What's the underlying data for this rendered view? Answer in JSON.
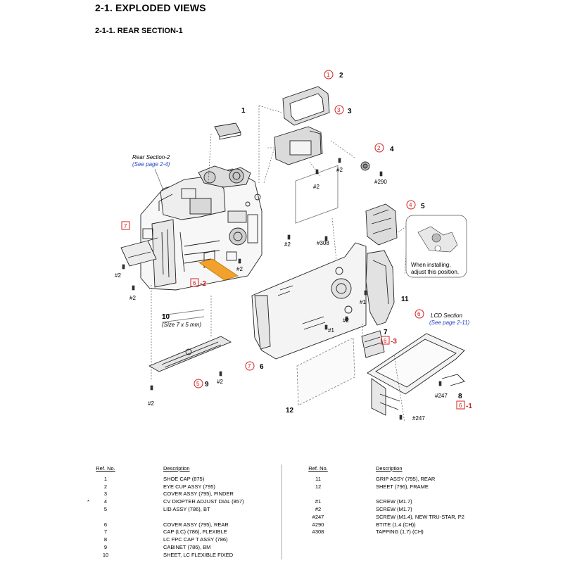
{
  "page": {
    "title": "2-1.  EXPLODED VIEWS",
    "subtitle": "2-1-1. REAR SECTION-1"
  },
  "callouts": {
    "rear_section_2": "Rear Section-2",
    "rear_section_2_page": "(See page 2-4)",
    "lcd_section": "LCD Section",
    "lcd_section_page": "(See page 2-11)",
    "install_note_line1": "When installing,",
    "install_note_line2": "adjust this position.",
    "size_note": "(Size 7 x 5 mm)"
  },
  "part_numbers": {
    "p1": "1",
    "p2": "2",
    "p3": "3",
    "p4": "4",
    "p5": "5",
    "p6": "6",
    "p7": "7",
    "p8": "8",
    "p9": "9",
    "p10": "10",
    "p11": "11",
    "p12": "12",
    "s2": "#2",
    "s1": "#1",
    "s247": "#247",
    "s290": "#290",
    "s308": "#308",
    "sfx2": "-2",
    "sfx3": "-3",
    "sfx1": "-1"
  },
  "circled_refs": {
    "c1": "1",
    "c2": "2",
    "c3": "3",
    "c4": "4",
    "c5": "5",
    "c6": "6",
    "c7": "7"
  },
  "boxed_refs": {
    "b7": "7",
    "b6a": "6",
    "b6b": "6",
    "b6c": "6"
  },
  "table": {
    "headers": {
      "ref": "Ref. No.",
      "desc": "Description"
    },
    "left": [
      {
        "ref": "1",
        "desc": "SHOE CAP (875)"
      },
      {
        "ref": "2",
        "desc": "EYE CUP ASSY (795)"
      },
      {
        "ref": "3",
        "desc": "COVER ASSY (795), FINDER"
      },
      {
        "ref": "4",
        "desc": "CV DIOPTER ADJUST DIAL (857)",
        "mark": "*"
      },
      {
        "ref": "5",
        "desc": "LID ASSY (786), BT"
      },
      {
        "gap": true
      },
      {
        "ref": "6",
        "desc": "COVER ASSY (795), REAR"
      },
      {
        "ref": "7",
        "desc": "CAP (LC) (786), FLEXIBLE"
      },
      {
        "ref": "8",
        "desc": "LC FPC CAP T ASSY (786)"
      },
      {
        "ref": "9",
        "desc": "CABINET (786), BM"
      },
      {
        "ref": "10",
        "desc": "SHEET, LC FLEXIBLE FIXED"
      }
    ],
    "right": [
      {
        "ref": "11",
        "desc": "GRIP ASSY (795), REAR"
      },
      {
        "ref": "12",
        "desc": "SHEET (796), FRAME"
      },
      {
        "gap": true
      },
      {
        "ref": "#1",
        "desc": "SCREW (M1.7)"
      },
      {
        "ref": "#2",
        "desc": "SCREW (M1.7)"
      },
      {
        "ref": "#247",
        "desc": "SCREW (M1.4), NEW TRU-STAR, P2"
      },
      {
        "ref": "#290",
        "desc": "BTITE (1.4 (CH))"
      },
      {
        "ref": "#308",
        "desc": "TAPPING (1.7) (CH)"
      }
    ]
  },
  "colors": {
    "accent_red": "#d42020",
    "callout_blue": "#2040c0",
    "sheet_orange": "#f2a22c"
  }
}
